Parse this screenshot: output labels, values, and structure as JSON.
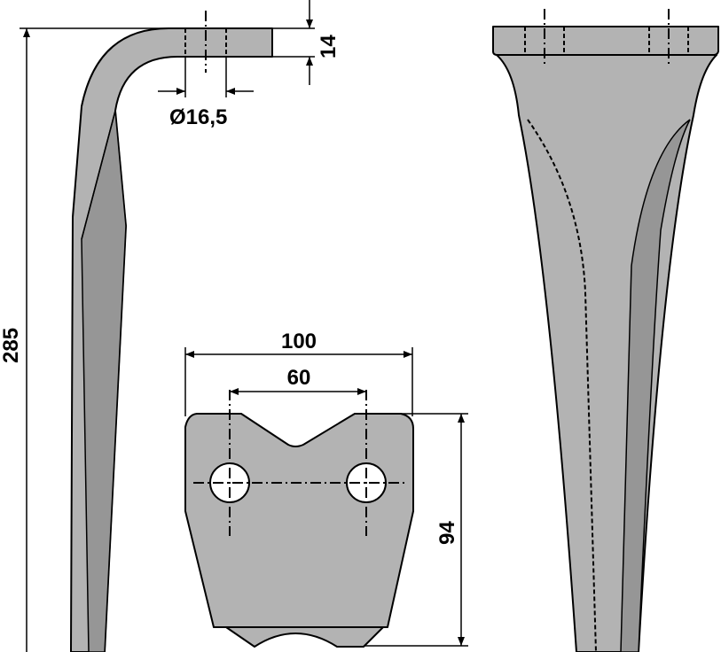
{
  "dimensions": {
    "overall_length": "285",
    "plate_width": "100",
    "hole_spacing": "60",
    "plate_height": "94",
    "thickness": "14",
    "hole_diameter": "Ø16,5"
  },
  "colors": {
    "part_fill": "#b3b3b3",
    "facet_fill": "#969696",
    "line": "#000000"
  }
}
